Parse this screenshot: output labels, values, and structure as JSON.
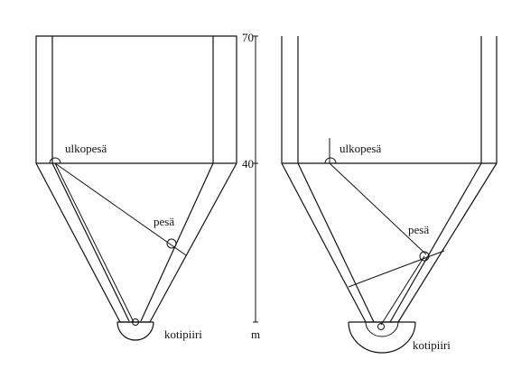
{
  "left_field": {
    "outer_nest_label": "ulkopesä",
    "nest_label": "pesä",
    "home_circle_label": "kotipiiri"
  },
  "right_field": {
    "outer_nest_label": "ulkopesä",
    "nest_label": "pesä",
    "home_circle_label": "kotipiiri"
  },
  "scale": {
    "top_label": "70",
    "middle_label": "40",
    "unit_label": "m"
  }
}
